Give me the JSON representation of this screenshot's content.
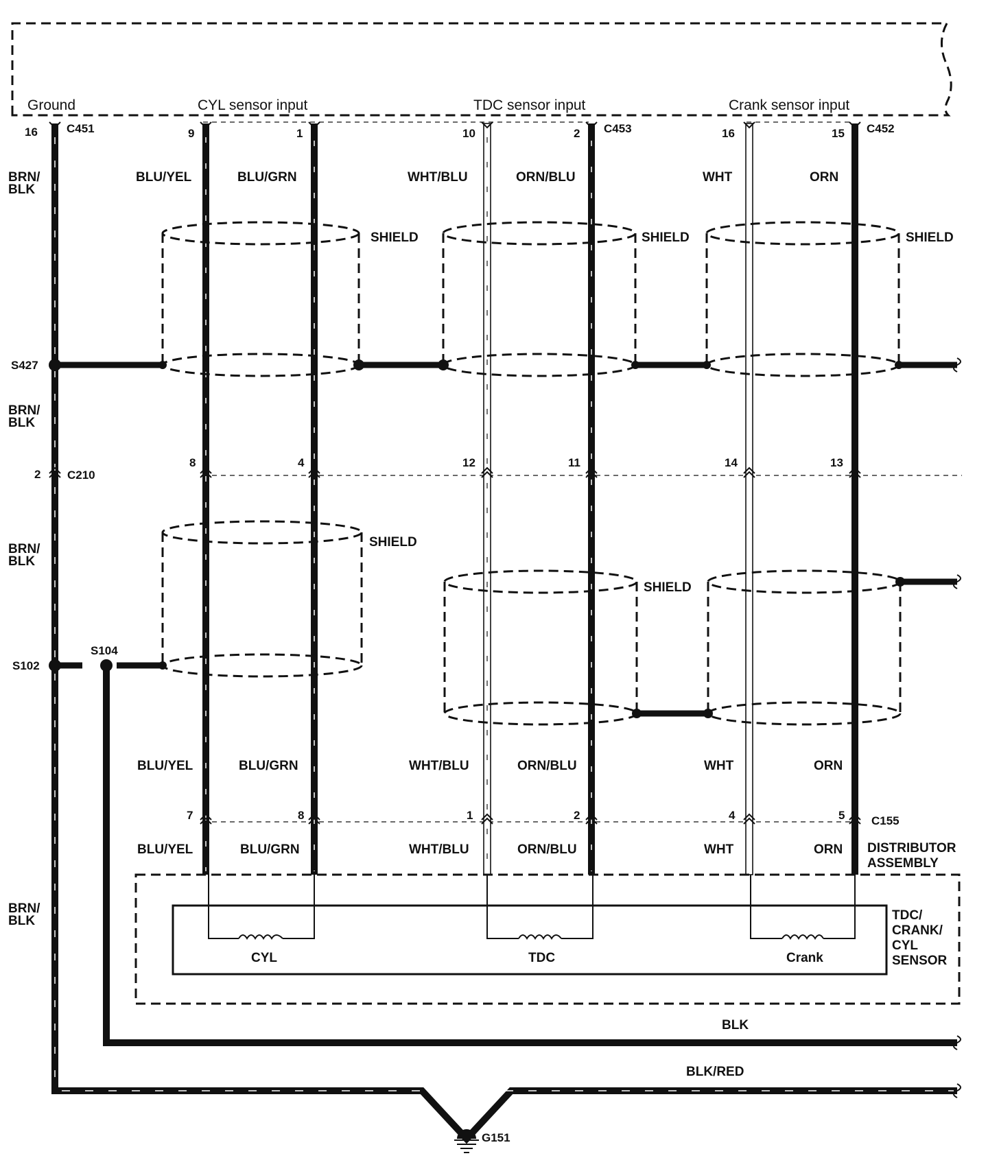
{
  "ecm_box": {
    "headers": {
      "ground": "Ground",
      "cyl": "CYL sensor input",
      "tdc": "TDC sensor input",
      "crank": "Crank sensor input"
    }
  },
  "connectors": {
    "c451": "C451",
    "c453": "C453",
    "c452": "C452",
    "c210": "C210",
    "c155": "C155"
  },
  "splices": {
    "s427": "S427",
    "s102": "S102",
    "s104": "S104"
  },
  "ground_point": "G151",
  "pins": {
    "top": [
      "16",
      "9",
      "1",
      "10",
      "2",
      "16",
      "15"
    ],
    "middle": [
      "2",
      "8",
      "4",
      "12",
      "11",
      "14",
      "13"
    ],
    "bottom": [
      "7",
      "8",
      "1",
      "2",
      "4",
      "5"
    ]
  },
  "wire_colors": {
    "brn_blk": [
      "BRN/",
      "BLK"
    ],
    "blu_yel": "BLU/YEL",
    "blu_grn": "BLU/GRN",
    "wht_blu": "WHT/BLU",
    "orn_blu": "ORN/BLU",
    "wht": "WHT",
    "orn": "ORN",
    "blk": "BLK",
    "blk_red": "BLK/RED"
  },
  "shield_label": "SHIELD",
  "distributor": {
    "line1": "DISTRIBUTOR",
    "line2": "ASSEMBLY"
  },
  "sensor_box": {
    "title_lines": [
      "TDC/",
      "CRANK/",
      "CYL",
      "SENSOR"
    ],
    "coils": {
      "cyl": "CYL",
      "tdc": "TDC",
      "crank": "Crank"
    }
  }
}
